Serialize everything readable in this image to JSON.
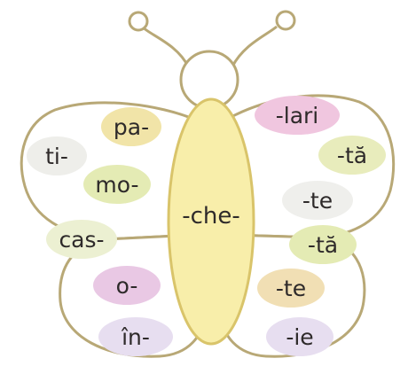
{
  "center_syllable": "-che-",
  "left_wing": [
    {
      "text": "pa-",
      "color": "#f1e4a8"
    },
    {
      "text": "ti-",
      "color": "#eeeeea"
    },
    {
      "text": "mo-",
      "color": "#e4ebb4"
    },
    {
      "text": "cas-",
      "color": "#ecf0d2"
    },
    {
      "text": "o-",
      "color": "#e9c8e4"
    },
    {
      "text": "în-",
      "color": "#e7def0"
    }
  ],
  "right_wing": [
    {
      "text": "-lari",
      "color": "#f0c6df"
    },
    {
      "text": "-tă",
      "color": "#e8ecbc"
    },
    {
      "text": "-te",
      "color": "#efefec"
    },
    {
      "text": "-tă",
      "color": "#e4ebb4"
    },
    {
      "text": "-te",
      "color": "#f1dfb4"
    },
    {
      "text": "-ie",
      "color": "#e7def0"
    }
  ],
  "colors": {
    "outline": "#b8a876",
    "wing_fill": "#ffffff",
    "body_fill": "#f8eeaa",
    "body_stroke": "#d9c46a",
    "text": "#2e2a2a"
  }
}
